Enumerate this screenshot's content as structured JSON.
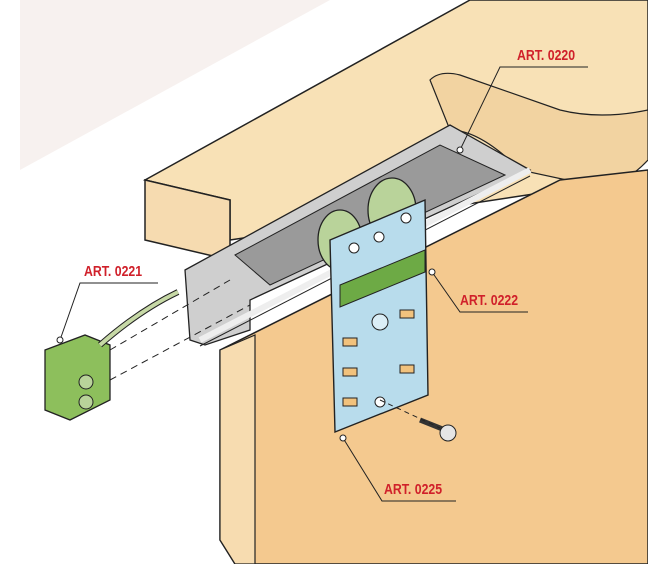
{
  "labels": {
    "art_0220": "ART. 0220",
    "art_0221": "ART. 0221",
    "art_0222": "ART. 0222",
    "art_0225": "ART. 0225"
  },
  "colors": {
    "label_red": "#d0202a",
    "wood": "#f6ddb0",
    "door": "#f3c990",
    "rail": "#c9c9c9",
    "plate": "#b8dcec",
    "wheel": "#b9d39a",
    "stop": "#8dbf5c",
    "strip": "#6daa45"
  }
}
